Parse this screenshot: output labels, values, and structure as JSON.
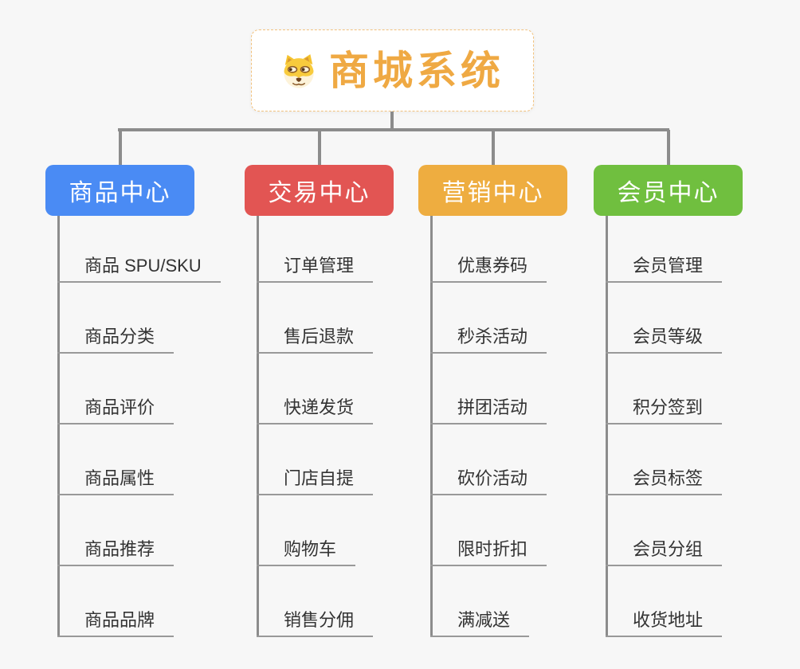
{
  "canvas": {
    "background": "#f7f7f7"
  },
  "root": {
    "title": "商城系统",
    "title_color": "#efa943",
    "border_color": "#f2c27e",
    "icon": "doge-icon"
  },
  "connectors": {
    "color": "#8c8c8c",
    "underline_color": "#999999"
  },
  "items_style": {
    "text_color": "#333333"
  },
  "branches": [
    {
      "label": "商品中心",
      "color": "#4a8bf4",
      "children": [
        "商品 SPU/SKU",
        "商品分类",
        "商品评价",
        "商品属性",
        "商品推荐",
        "商品品牌"
      ]
    },
    {
      "label": "交易中心",
      "color": "#e25553",
      "children": [
        "订单管理",
        "售后退款",
        "快递发货",
        "门店自提",
        "购物车",
        "销售分佣"
      ]
    },
    {
      "label": "营销中心",
      "color": "#eead40",
      "children": [
        "优惠券码",
        "秒杀活动",
        "拼团活动",
        "砍价活动",
        "限时折扣",
        "满减送"
      ]
    },
    {
      "label": "会员中心",
      "color": "#70bf3f",
      "children": [
        "会员管理",
        "会员等级",
        "积分签到",
        "会员标签",
        "会员分组",
        "收货地址"
      ]
    }
  ]
}
